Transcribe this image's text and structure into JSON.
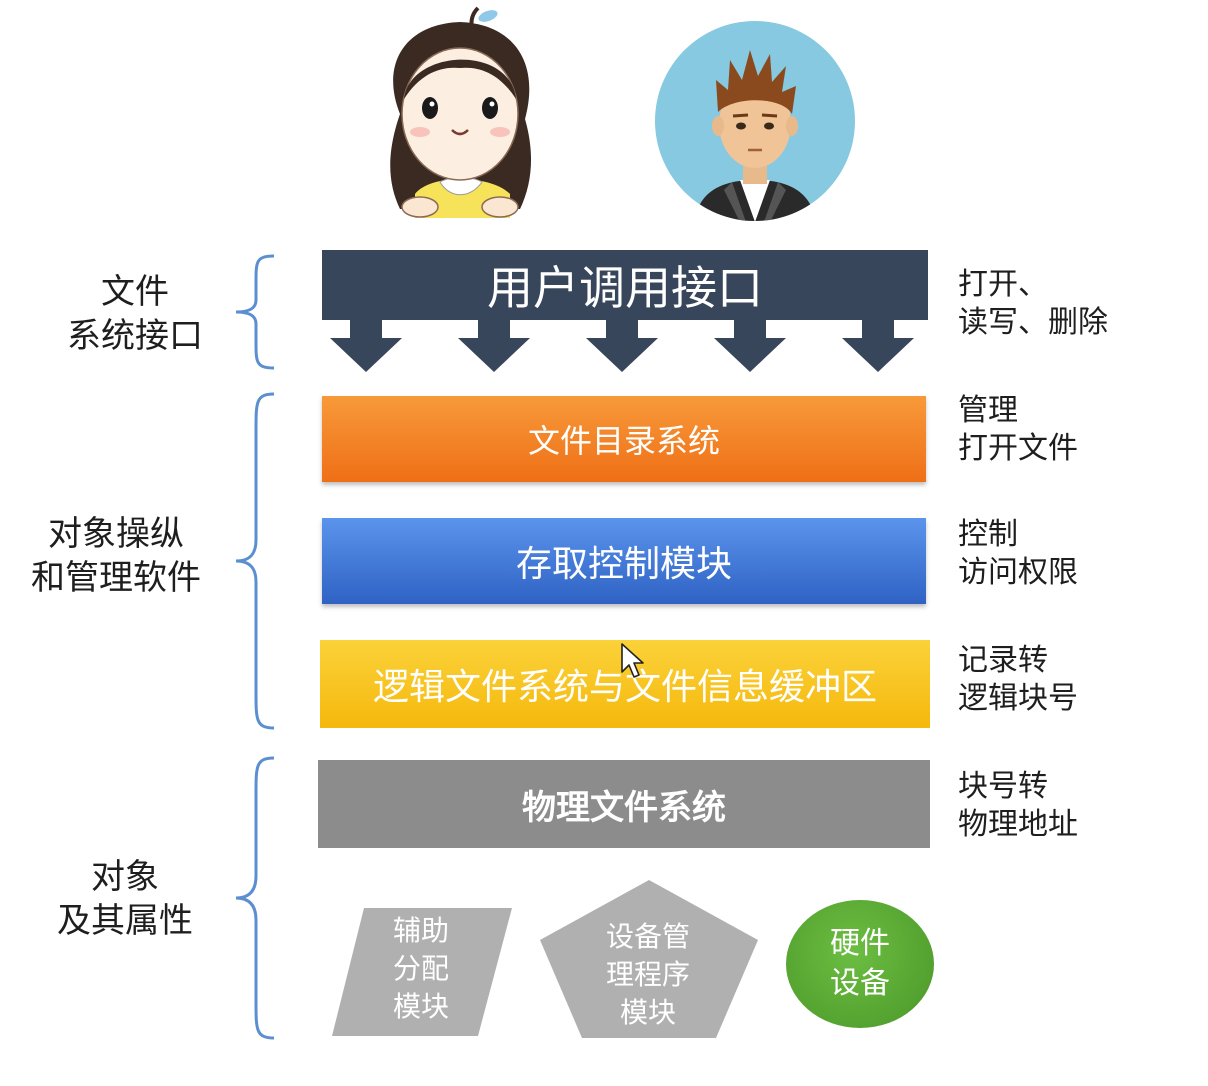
{
  "colors": {
    "interface": "#37465a",
    "directory": "#f27a22",
    "access": "#3f78d8",
    "logical": "#f8c020",
    "physical": "#8c8c8c",
    "small_shapes": "#b0b0b0",
    "hardware": "#5aa532",
    "brace": "#5b8fd0"
  },
  "left_labels": {
    "file_system_interface": "文件\n系统接口",
    "object_management": "对象操纵\n和管理软件",
    "objects": "对象\n及其属性"
  },
  "layers": {
    "interface": "用户调用接口",
    "directory": "文件目录系统",
    "access": "存取控制模块",
    "logical": "逻辑文件系统与文件信息缓冲区",
    "physical": "物理文件系统"
  },
  "right_labels": {
    "interface": "打开、\n读写、删除",
    "directory": "管理\n打开文件",
    "access": "控制\n访问权限",
    "logical": "记录转\n逻辑块号",
    "physical": "块号转\n物理地址"
  },
  "bottom_shapes": {
    "allocation": "辅助\n分配\n模块",
    "device_driver": "设备管\n理程序\n模块",
    "hardware": "硬件\n设备"
  }
}
